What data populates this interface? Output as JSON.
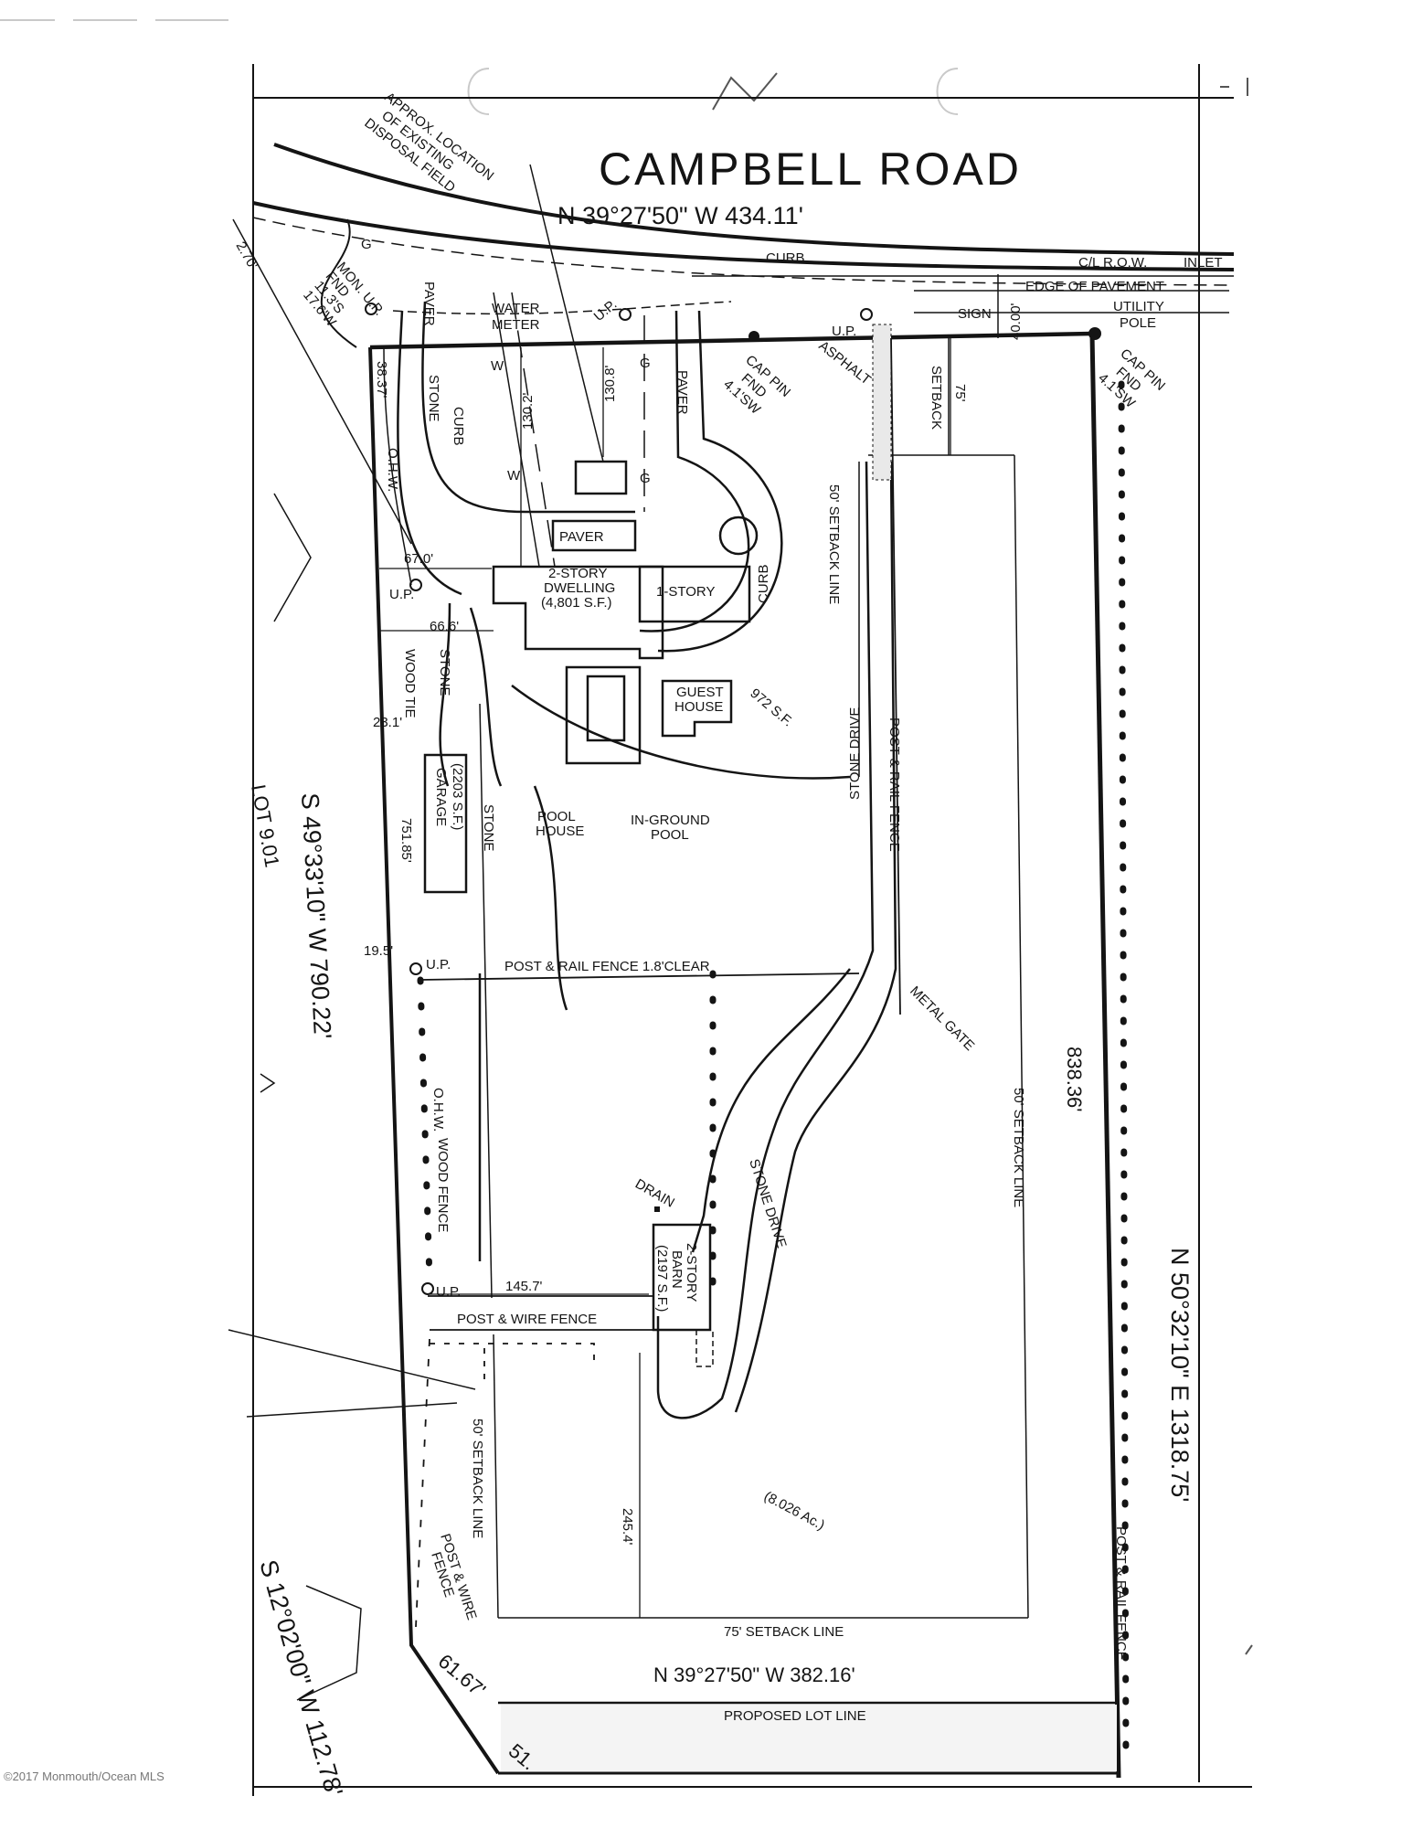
{
  "road": {
    "name": "CAMPBELL ROAD",
    "bearing_top": "N 39°27'50\" W 434.11'"
  },
  "boundary": {
    "left_bearing": "S 49°33'10\" W 790.22'",
    "right_bearing": "N 50°32'10\" E 1318.75'",
    "right_dist": "838.36'",
    "bottom_bearing": "N 39°27'50\" W 382.16'",
    "sw_bearing": "S 12°02'00\" W 112.78'",
    "sw_dist": "61.67'",
    "sw_dist2": "51.",
    "adjacent_lot": "LOT 9.01",
    "proposed_lot_line": "PROPOSED LOT LINE",
    "acreage": "(8.026 Ac.)"
  },
  "labels": {
    "disposal_1": "APPROX. LOCATION",
    "disposal_2": "OF EXISTING",
    "disposal_3": "DISPOSAL FIELD",
    "curb_top": "CURB",
    "row": "C/L R.O.W.",
    "inlet": "INLET",
    "edge_pavement": "EDGE OF PAVEMENT",
    "road_width": "40.00'",
    "utility_1": "UTILITY",
    "utility_2": "POLE",
    "sign": "SIGN",
    "mon_1": "MON. U.P.",
    "mon_2": "FND",
    "mon_3": "11.3'S",
    "mon_4": "17.6'W",
    "dim_270": "2.70'",
    "paver_1": "PAVER",
    "paver_2": "PAVER",
    "paver_3": "PAVER",
    "water_1": "WATER",
    "water_2": "METER",
    "up": "U.P.",
    "g": "G",
    "w": "W",
    "cap_pin_1": "CAP PIN",
    "cap_pin_2": "FND",
    "cap_pin_3": "4.1'SW",
    "asphalt": "ASPHALT",
    "setback_75": "75'",
    "setback_word": "SETBACK",
    "dim_3837": "38.37'",
    "stone": "STONE",
    "curb": "CURB",
    "ohw": "O.H.W.",
    "dim_1308": "130.8'",
    "dim_1302": "130.2'",
    "dim_670": "67.0'",
    "dim_666": "66.6'",
    "dwelling_1": "2-STORY",
    "dwelling_2": "DWELLING",
    "dwelling_3": "(4,801 S.F.)",
    "one_story": "1-STORY",
    "setback_50": "50' SETBACK LINE",
    "guest_1": "GUEST",
    "guest_2": "HOUSE",
    "guest_sf": "972 S.F.",
    "wood_tie": "WOOD TIE",
    "dim_231": "23.1'",
    "garage_1": "GARAGE",
    "garage_2": "(2203 S.F.)",
    "pool_house_1": "POOL",
    "pool_house_2": "HOUSE",
    "pool_1": "IN-GROUND",
    "pool_2": "POOL",
    "dim_75185": "751.85'",
    "dim_195": "19.5'",
    "post_rail_clear": "POST & RAIL FENCE 1.8'CLEAR",
    "stone_drive": "STONE DRIVE",
    "post_rail": "POST & RAIL FENCE",
    "metal_gate": "METAL GATE",
    "wood_fence": "WOOD FENCE",
    "drain": "DRAIN",
    "barn_1": "2-STORY",
    "barn_2": "BARN",
    "barn_3": "(2197 S.F.)",
    "dim_1457": "145.7'",
    "post_wire": "POST & WIRE FENCE",
    "post_wire_1": "POST & WIRE",
    "post_wire_2": "FENCE",
    "dim_2454": "245.4'",
    "setback_75_line": "75' SETBACK LINE"
  },
  "watermark": "©2017 Monmouth/Ocean MLS"
}
